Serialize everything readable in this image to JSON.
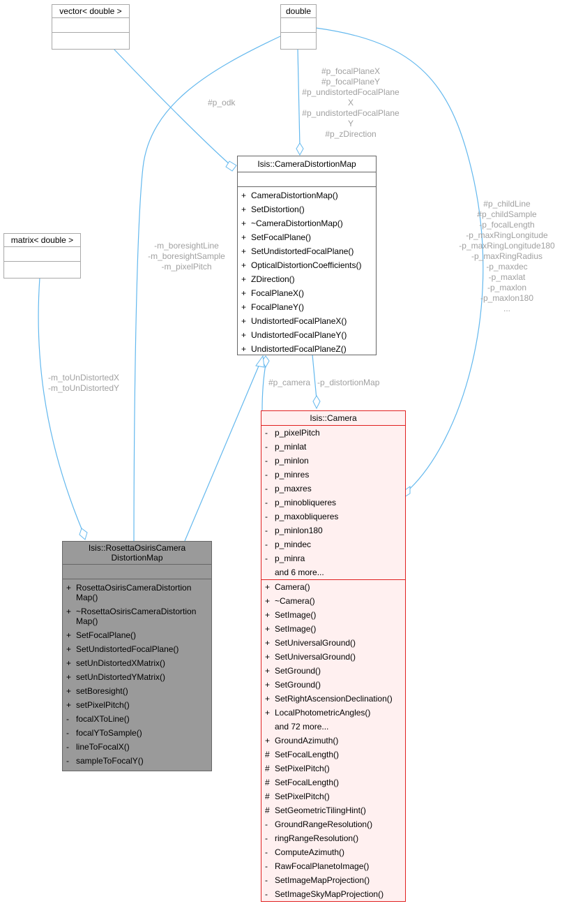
{
  "classes": {
    "vector_double": {
      "title": "vector< double >"
    },
    "double_type": {
      "title": "double"
    },
    "matrix_double": {
      "title": "matrix< double >"
    },
    "camera_distortion_map": {
      "title": "Isis::CameraDistortionMap",
      "methods": [
        {
          "vis": "+",
          "name": "CameraDistortionMap()"
        },
        {
          "vis": "+",
          "name": "SetDistortion()"
        },
        {
          "vis": "+",
          "name": "~CameraDistortionMap()"
        },
        {
          "vis": "+",
          "name": "SetFocalPlane()"
        },
        {
          "vis": "+",
          "name": "SetUndistortedFocalPlane()"
        },
        {
          "vis": "+",
          "name": "OpticalDistortionCoefficients()"
        },
        {
          "vis": "+",
          "name": "ZDirection()"
        },
        {
          "vis": "+",
          "name": "FocalPlaneX()"
        },
        {
          "vis": "+",
          "name": "FocalPlaneY()"
        },
        {
          "vis": "+",
          "name": "UndistortedFocalPlaneX()"
        },
        {
          "vis": "+",
          "name": "UndistortedFocalPlaneY()"
        },
        {
          "vis": "+",
          "name": "UndistortedFocalPlaneZ()"
        }
      ]
    },
    "rosetta_osiris": {
      "title_line1": "Isis::RosettaOsirisCamera",
      "title_line2": "DistortionMap",
      "methods": [
        {
          "vis": "+",
          "line1": "RosettaOsirisCameraDistortion",
          "line2": "Map()"
        },
        {
          "vis": "+",
          "line1": "~RosettaOsirisCameraDistortion",
          "line2": "Map()"
        },
        {
          "vis": "+",
          "name": "SetFocalPlane()"
        },
        {
          "vis": "+",
          "name": "SetUndistortedFocalPlane()"
        },
        {
          "vis": "+",
          "name": "setUnDistortedXMatrix()"
        },
        {
          "vis": "+",
          "name": "setUnDistortedYMatrix()"
        },
        {
          "vis": "+",
          "name": "setBoresight()"
        },
        {
          "vis": "+",
          "name": "setPixelPitch()"
        },
        {
          "vis": "-",
          "name": "focalXToLine()"
        },
        {
          "vis": "-",
          "name": "focalYToSample()"
        },
        {
          "vis": "-",
          "name": "lineToFocalX()"
        },
        {
          "vis": "-",
          "name": "sampleToFocalY()"
        }
      ]
    },
    "camera": {
      "title": "Isis::Camera",
      "attributes": [
        {
          "vis": "-",
          "name": "p_pixelPitch"
        },
        {
          "vis": "-",
          "name": "p_minlat"
        },
        {
          "vis": "-",
          "name": "p_minlon"
        },
        {
          "vis": "-",
          "name": "p_minres"
        },
        {
          "vis": "-",
          "name": "p_maxres"
        },
        {
          "vis": "-",
          "name": "p_minobliqueres"
        },
        {
          "vis": "-",
          "name": "p_maxobliqueres"
        },
        {
          "vis": "-",
          "name": "p_minlon180"
        },
        {
          "vis": "-",
          "name": "p_mindec"
        },
        {
          "vis": "-",
          "name": "p_minra"
        },
        {
          "vis": "",
          "name": "and 6 more..."
        }
      ],
      "methods": [
        {
          "vis": "+",
          "name": "Camera()"
        },
        {
          "vis": "+",
          "name": "~Camera()"
        },
        {
          "vis": "+",
          "name": "SetImage()"
        },
        {
          "vis": "+",
          "name": "SetImage()"
        },
        {
          "vis": "+",
          "name": "SetUniversalGround()"
        },
        {
          "vis": "+",
          "name": "SetUniversalGround()"
        },
        {
          "vis": "+",
          "name": "SetGround()"
        },
        {
          "vis": "+",
          "name": "SetGround()"
        },
        {
          "vis": "+",
          "name": "SetRightAscensionDeclination()"
        },
        {
          "vis": "+",
          "name": "LocalPhotometricAngles()"
        },
        {
          "vis": "",
          "name": "and 72 more..."
        },
        {
          "vis": "+",
          "name": "GroundAzimuth()"
        },
        {
          "vis": "#",
          "name": "SetFocalLength()"
        },
        {
          "vis": "#",
          "name": "SetPixelPitch()"
        },
        {
          "vis": "#",
          "name": "SetFocalLength()"
        },
        {
          "vis": "#",
          "name": "SetPixelPitch()"
        },
        {
          "vis": "#",
          "name": "SetGeometricTilingHint()"
        },
        {
          "vis": "-",
          "name": "GroundRangeResolution()"
        },
        {
          "vis": "-",
          "name": "ringRangeResolution()"
        },
        {
          "vis": "-",
          "name": "ComputeAzimuth()"
        },
        {
          "vis": "-",
          "name": "RawFocalPlanetoImage()"
        },
        {
          "vis": "-",
          "name": "SetImageMapProjection()"
        },
        {
          "vis": "-",
          "name": "SetImageSkyMapProjection()"
        }
      ]
    }
  },
  "edge_labels": {
    "p_odk": "#p_odk",
    "focal_plane": [
      "#p_focalPlaneX",
      "#p_focalPlaneY",
      "#p_undistortedFocalPlane",
      "X",
      "#p_undistortedFocalPlane",
      "Y",
      "#p_zDirection"
    ],
    "boresight": [
      "-m_boresightLine",
      "-m_boresightSample",
      "-m_pixelPitch"
    ],
    "to_undistorted": [
      "-m_toUnDistortedX",
      "-m_toUnDistortedY"
    ],
    "camera_members": [
      "#p_childLine",
      "#p_childSample",
      "-p_focalLength",
      "-p_maxRingLongitude",
      "-p_maxRingLongitude180",
      "-p_maxRingRadius",
      "-p_maxdec",
      "-p_maxlat",
      "-p_maxlon",
      "-p_maxlon180",
      "..."
    ],
    "p_camera": "#p_camera",
    "p_distortion_map": "-p_distortionMap"
  },
  "colors": {
    "edge": "#63b8ee",
    "label": "#a0a0a0",
    "camera_border": "#e02020",
    "camera_fill": "#fff0f0",
    "highlight_fill": "#9a9a9a"
  }
}
